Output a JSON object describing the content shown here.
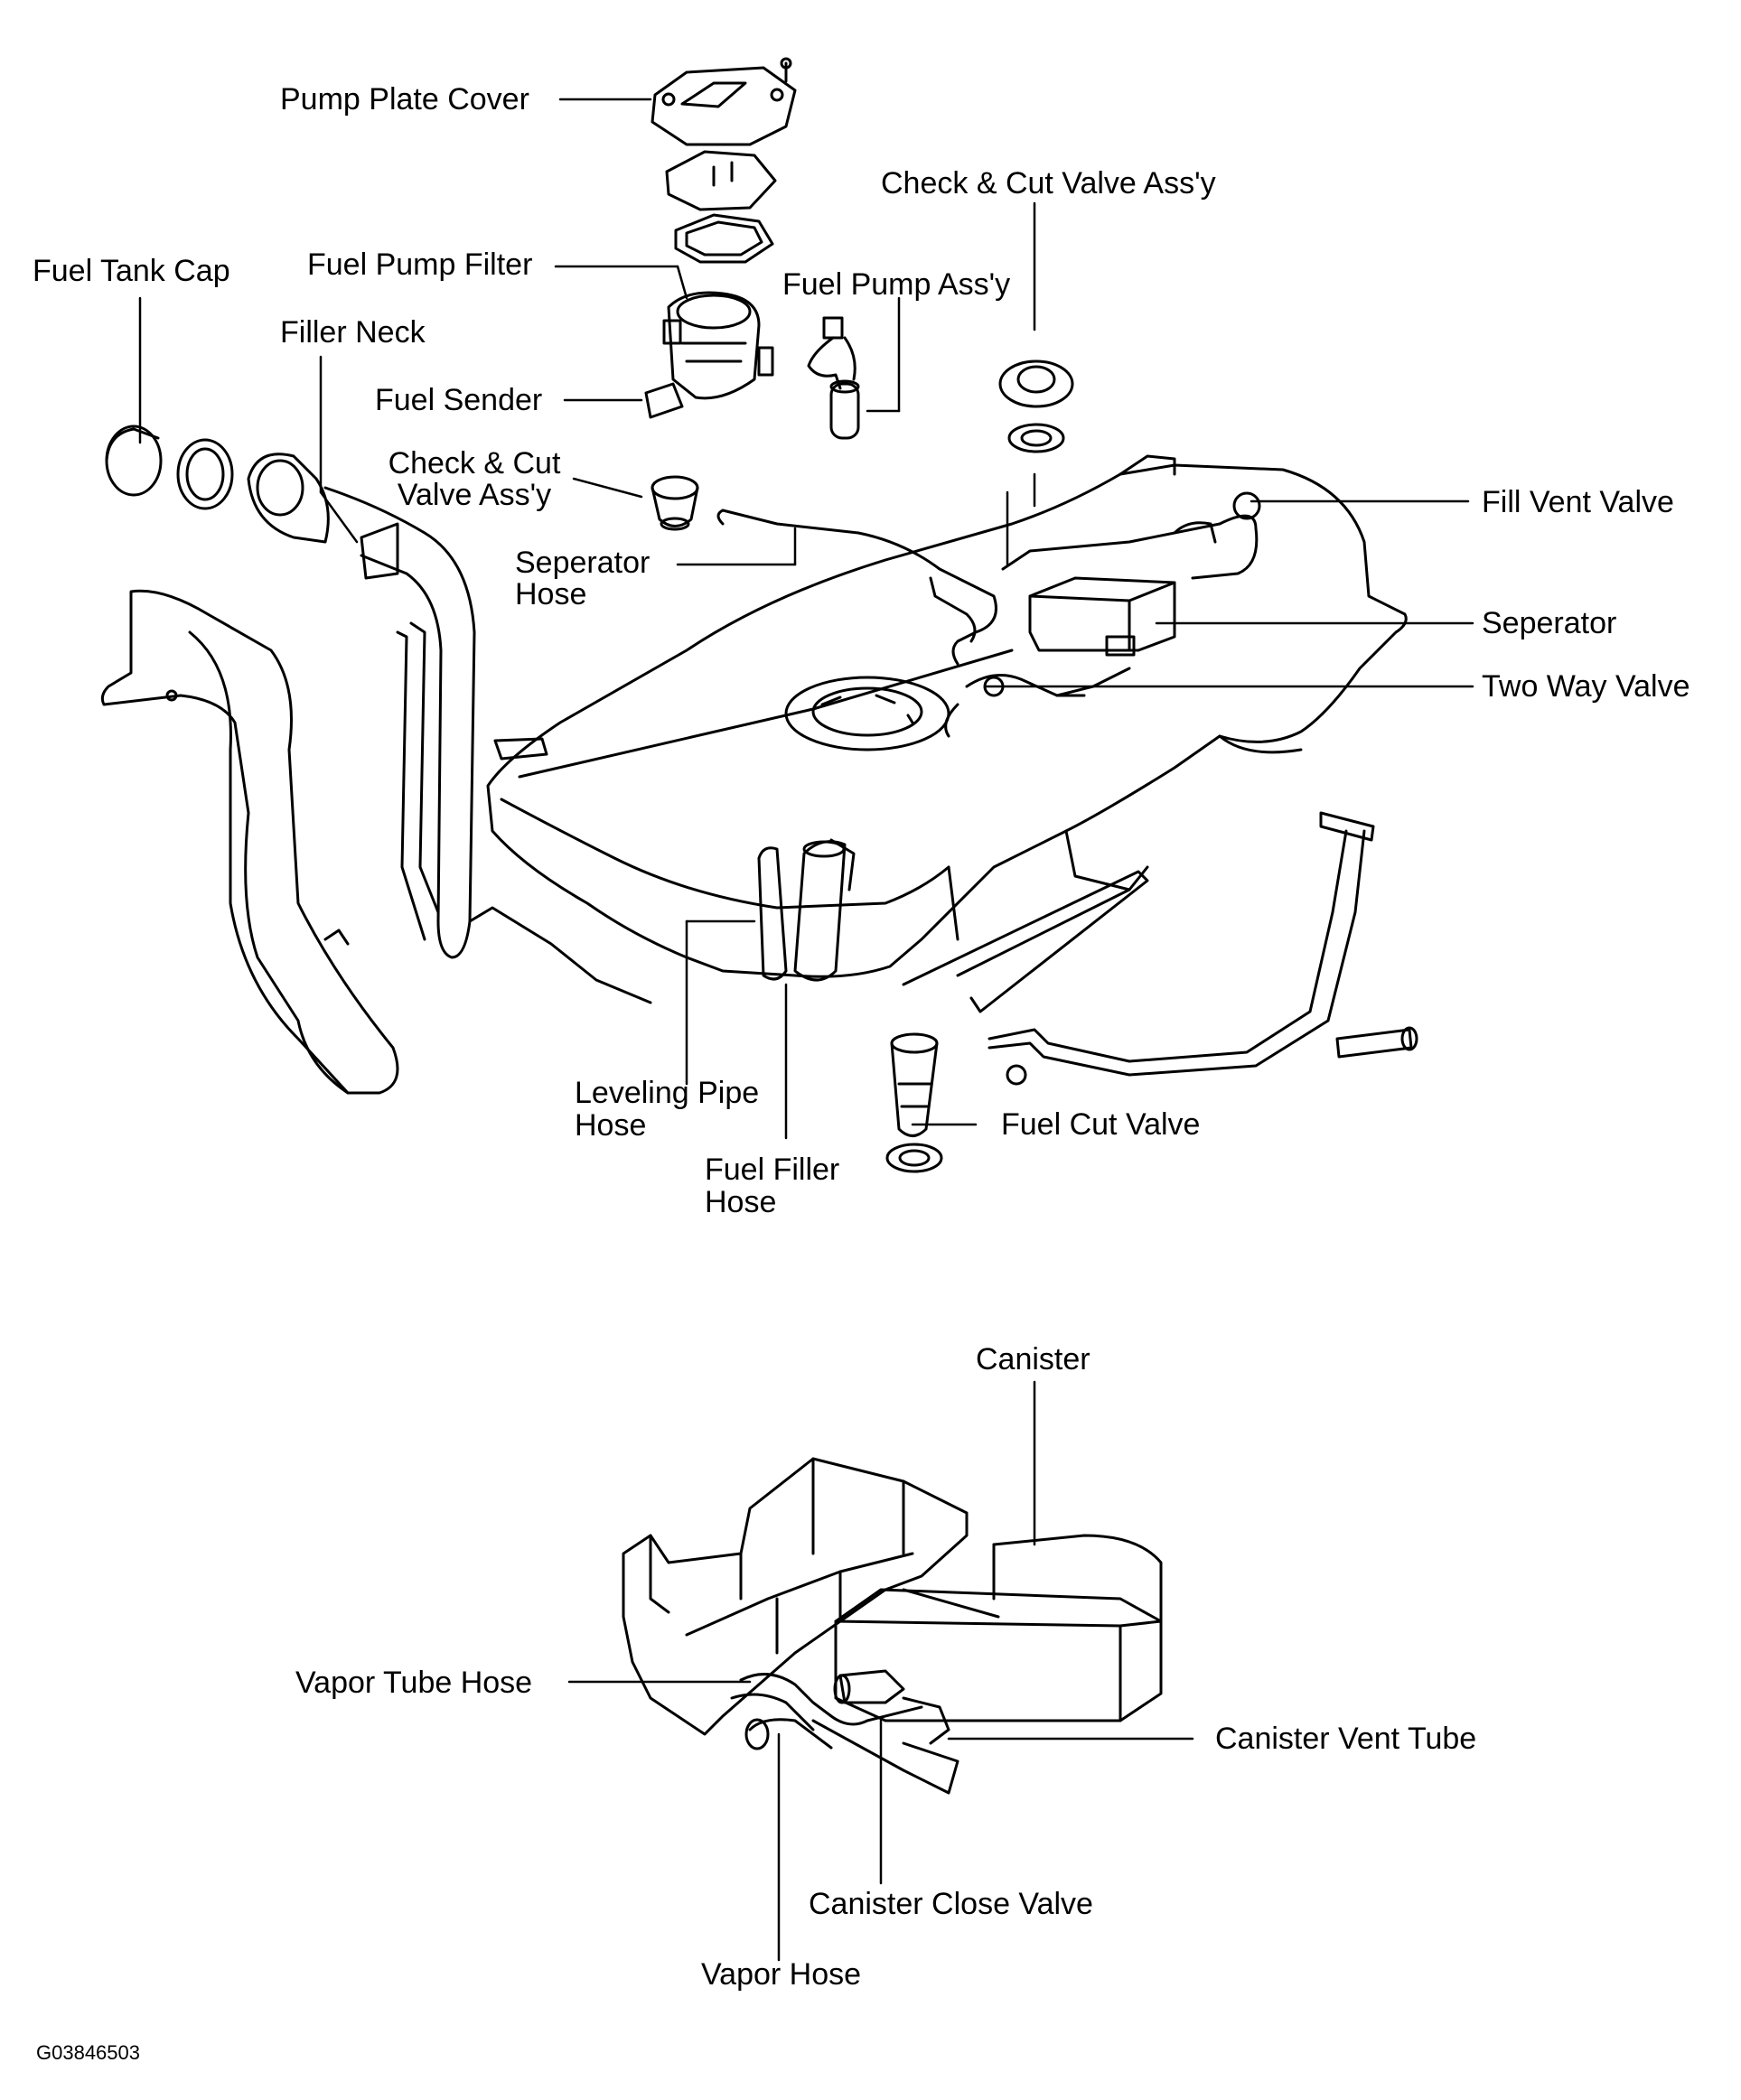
{
  "labels": {
    "pump_plate_cover": "Pump Plate Cover",
    "check_cut_valve_top": "Check & Cut Valve Ass'y",
    "fuel_tank_cap": "Fuel Tank Cap",
    "fuel_pump_filter": "Fuel Pump Filter",
    "fuel_pump_assy": "Fuel Pump Ass'y",
    "filler_neck": "Filler Neck",
    "fuel_sender": "Fuel Sender",
    "check_cut_valve_left_1": "Check & Cut",
    "check_cut_valve_left_2": "Valve Ass'y",
    "fill_vent_valve": "Fill Vent Valve",
    "seperator_hose_1": "Seperator",
    "seperator_hose_2": "Hose",
    "seperator": "Seperator",
    "two_way_valve": "Two Way Valve",
    "leveling_pipe_hose_1": "Leveling Pipe",
    "leveling_pipe_hose_2": "Hose",
    "fuel_cut_valve": "Fuel Cut Valve",
    "fuel_filler_hose_1": "Fuel Filler",
    "fuel_filler_hose_2": "Hose",
    "canister": "Canister",
    "vapor_tube_hose": "Vapor Tube Hose",
    "canister_vent_tube": "Canister Vent Tube",
    "canister_close_valve": "Canister Close Valve",
    "vapor_hose": "Vapor Hose"
  },
  "figure_code": "G03846503"
}
